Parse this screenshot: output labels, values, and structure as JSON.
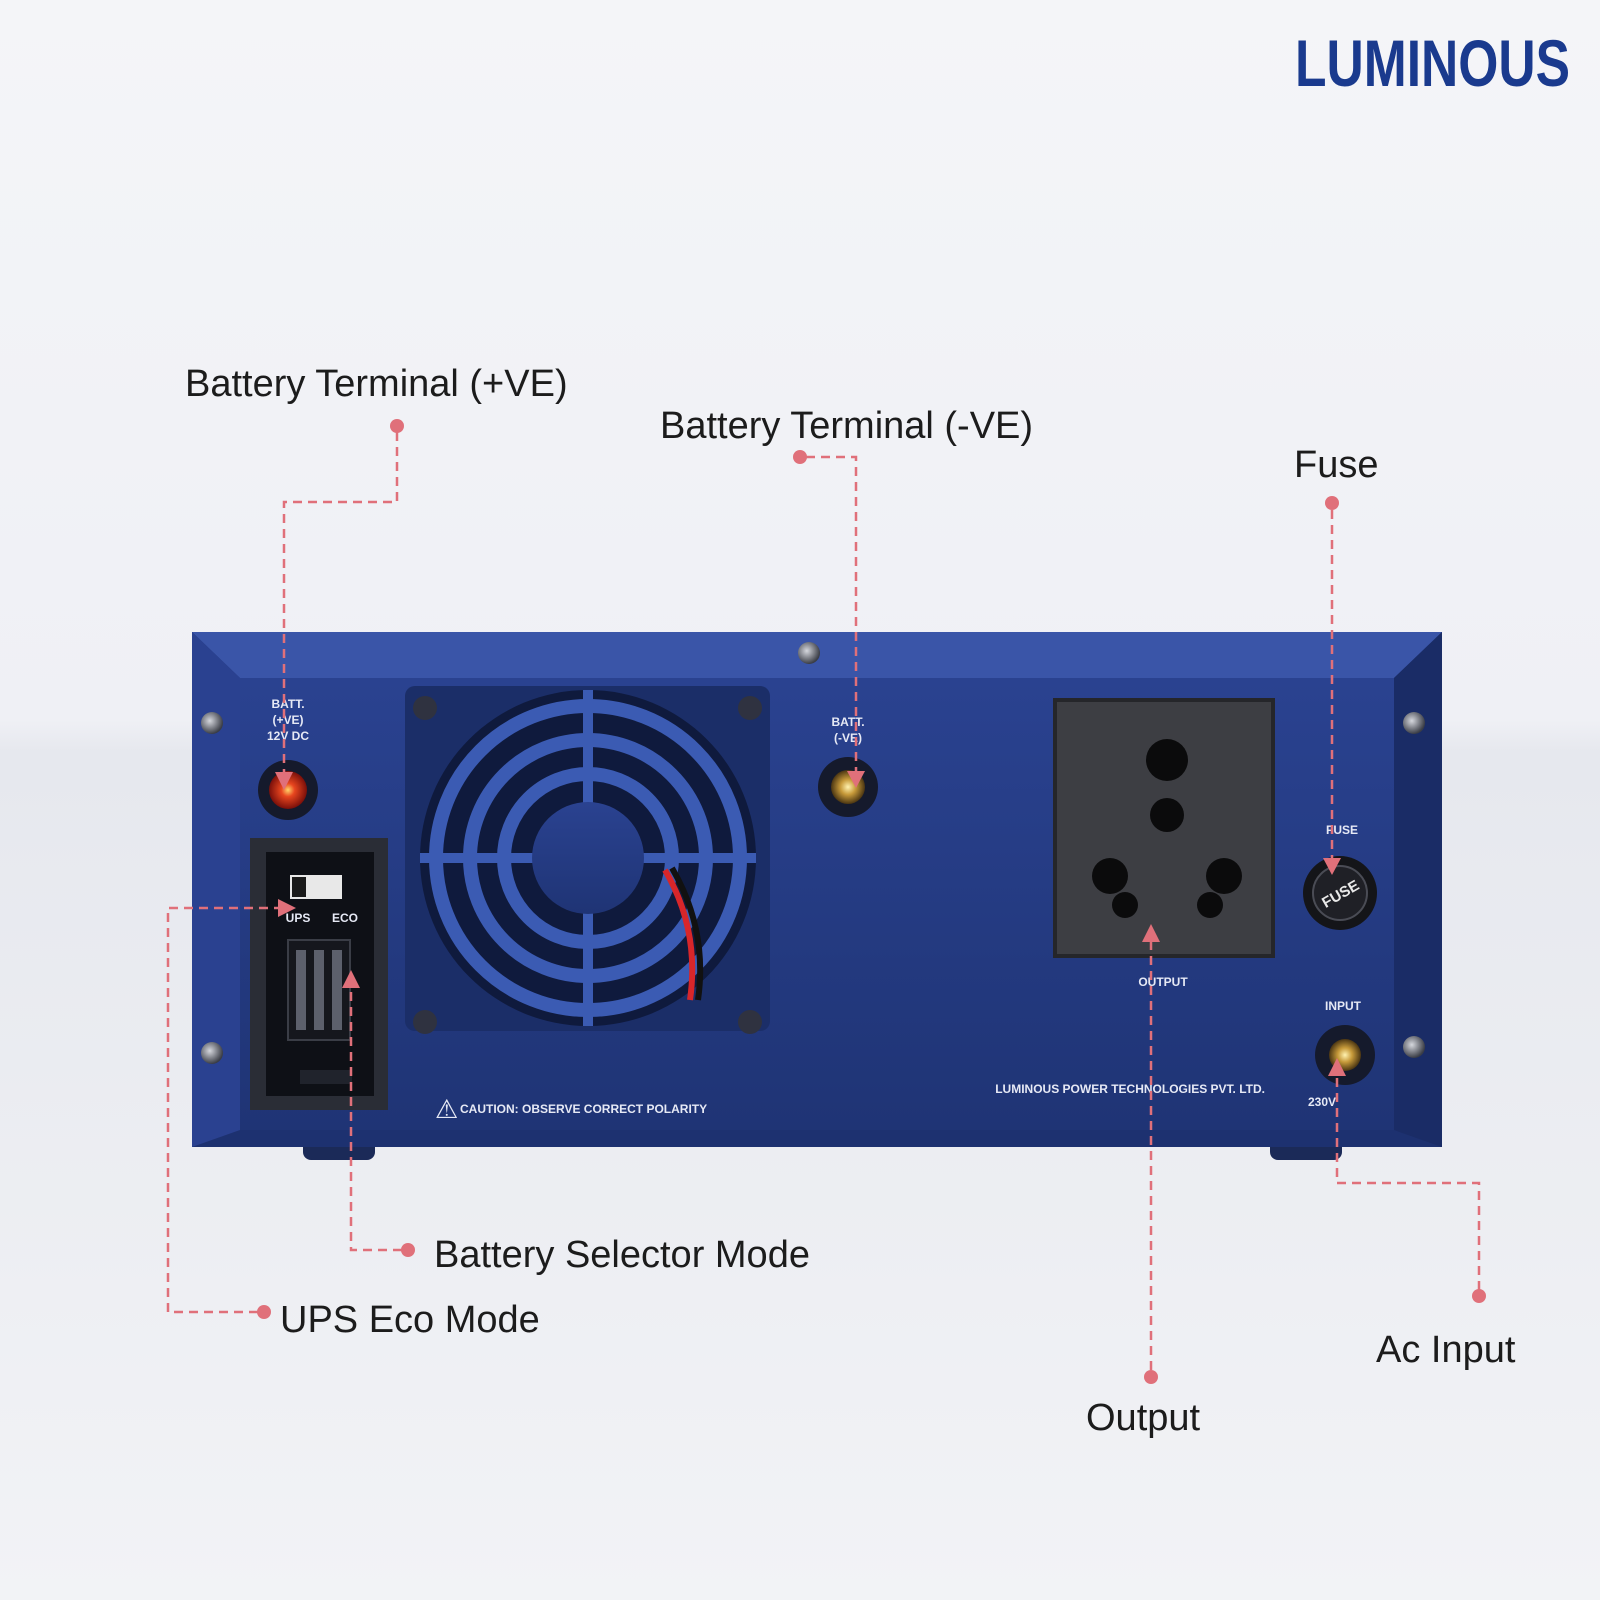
{
  "brand": {
    "logo_text": "LUMINOUS"
  },
  "colors": {
    "panel_blue": "#233a82",
    "panel_blue_dark": "#17285e",
    "callout_red": "#e0707a",
    "brand_blue": "#1a3a8e"
  },
  "callouts": {
    "battery_positive": "Battery Terminal (+VE)",
    "battery_negative": "Battery Terminal (-VE)",
    "fuse": "Fuse",
    "battery_selector": "Battery Selector Mode",
    "ups_eco": "UPS Eco Mode",
    "output": "Output",
    "ac_input": "Ac Input"
  },
  "panel_print": {
    "batt_pos_line1": "BATT.",
    "batt_pos_line2": "(+VE)",
    "batt_pos_line3": "12V DC",
    "batt_neg_line1": "BATT.",
    "batt_neg_line2": "(-VE)",
    "fuse_label": "FUSE",
    "fuse_cap_text": "FUSE",
    "output_label": "OUTPUT",
    "input_label": "INPUT",
    "input_voltage": "230V",
    "switch_ups": "UPS",
    "switch_eco": "ECO",
    "caution": "CAUTION: OBSERVE CORRECT POLARITY",
    "manufacturer": "LUMINOUS POWER TECHNOLOGIES PVT. LTD."
  }
}
